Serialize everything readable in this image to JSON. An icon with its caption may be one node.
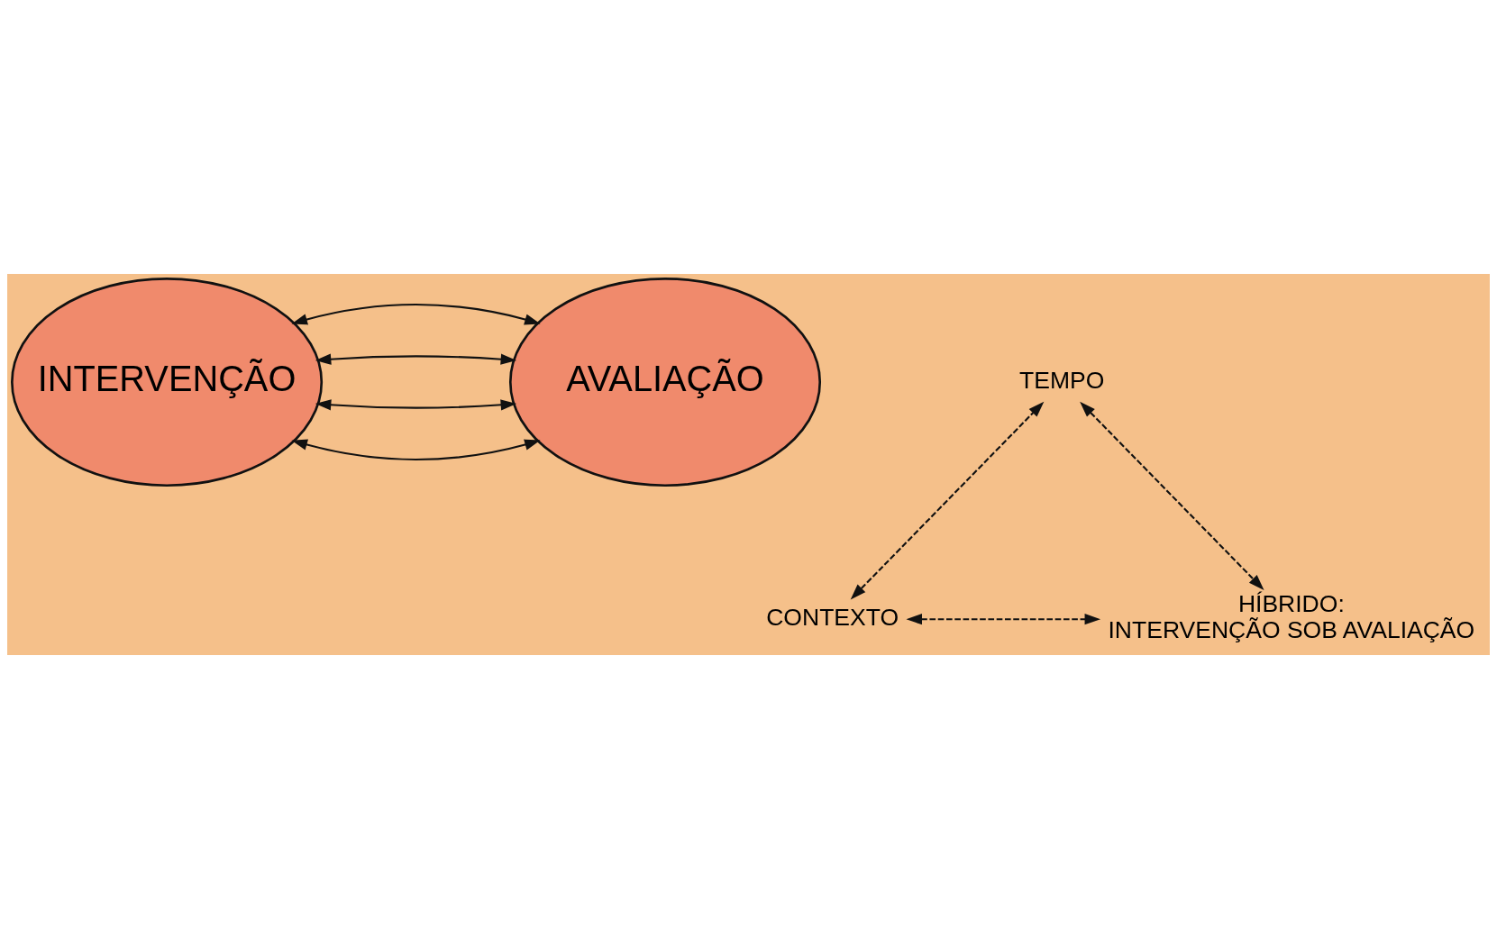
{
  "diagram": {
    "nodes": [
      {
        "text": [
          "INTERVENÇÃO"
        ]
      },
      {
        "text": [
          "AVALIAÇÃO"
        ]
      },
      {
        "text": [
          "TEMPO"
        ]
      },
      {
        "text": [
          "CONTEXTO"
        ]
      },
      {
        "text": [
          "HÍBRIDO: INTERVENÇÃO SOB AVALIAÇÃO"
        ]
      }
    ],
    "edges": [
      {
        "from": 0,
        "to": 1,
        "arrow": "both"
      },
      {
        "from": 0,
        "to": 1,
        "arrow": "both"
      },
      {
        "from": 0,
        "to": 1,
        "arrow": "both"
      },
      {
        "from": 0,
        "to": 1,
        "arrow": "both"
      },
      {
        "from": 3,
        "to": 2,
        "arrow": "both",
        "style": "dashed"
      },
      {
        "from": 2,
        "to": 4,
        "arrow": "both",
        "style": "dashed"
      },
      {
        "from": 3,
        "to": 4,
        "arrow": "both",
        "style": "dashed"
      }
    ]
  }
}
